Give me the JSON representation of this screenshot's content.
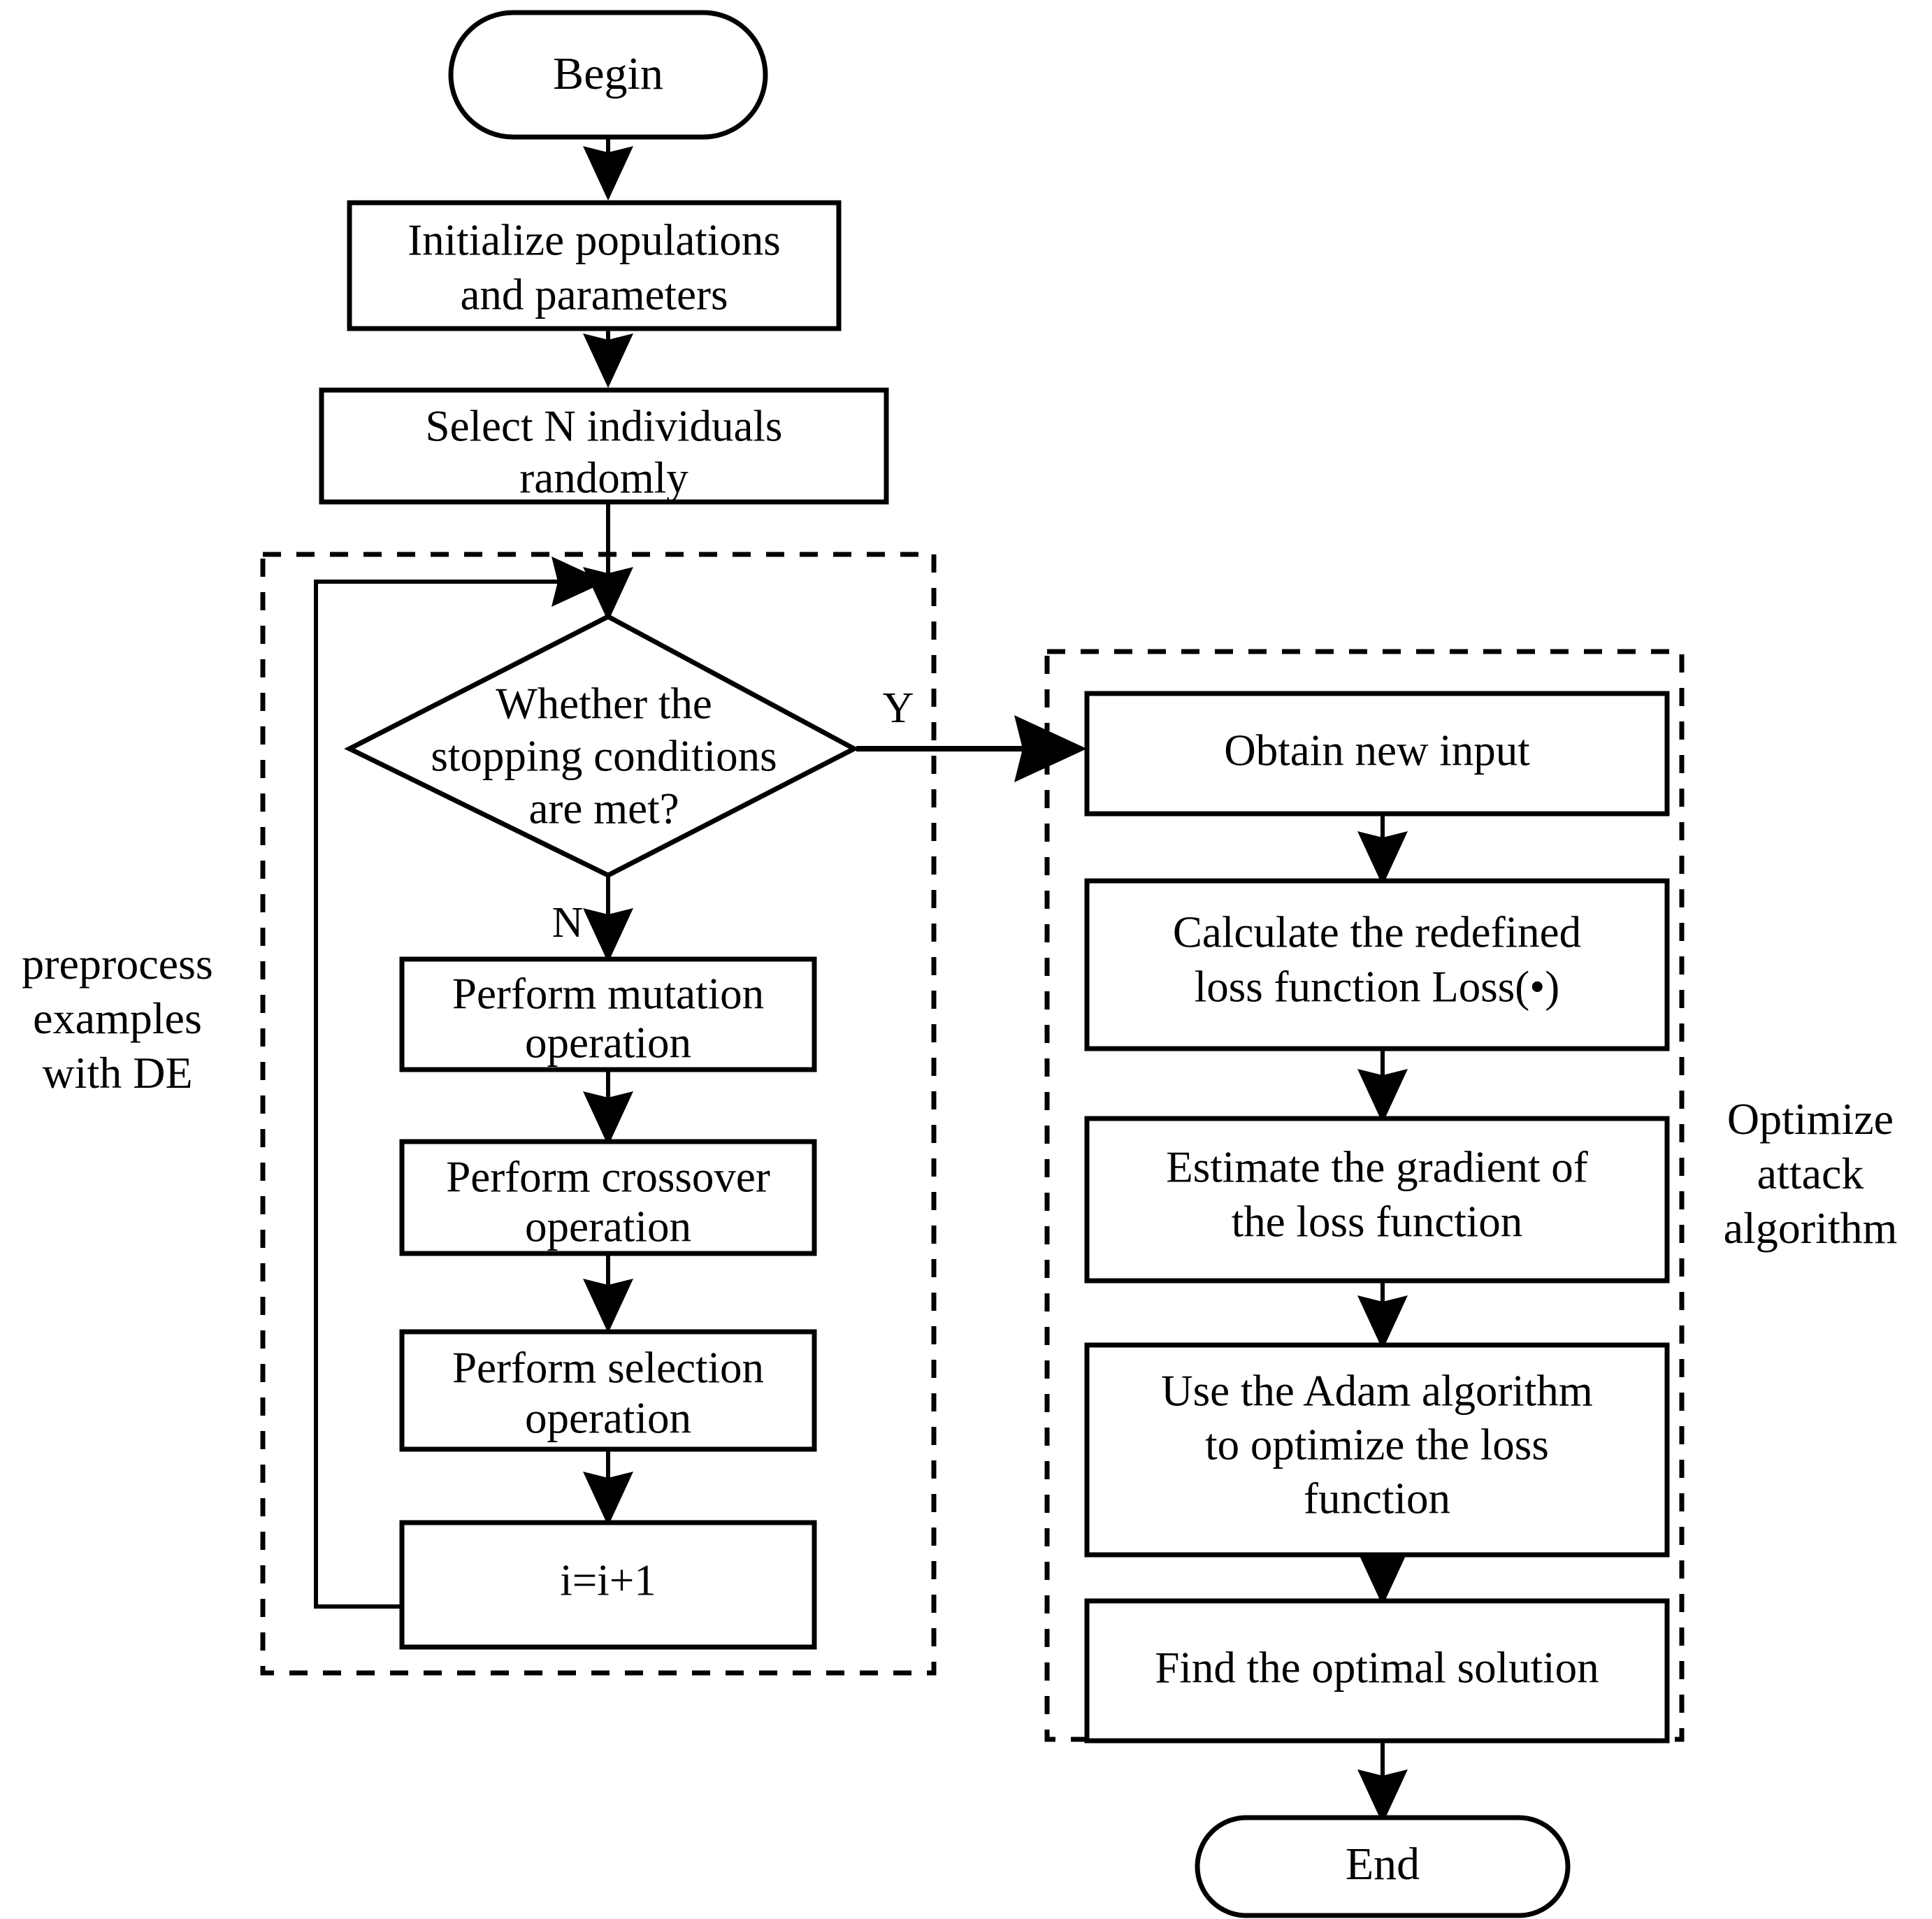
{
  "diagram": {
    "title_present": false,
    "colors": {
      "stroke": "#000000",
      "background": "#ffffff"
    },
    "group_labels": {
      "left": [
        "preprocess",
        "examples",
        "with DE"
      ],
      "right": [
        "Optimize",
        "attack",
        "algorithm"
      ]
    },
    "branch_labels": {
      "yes": "Y",
      "no": "N"
    },
    "nodes": {
      "begin": {
        "label": "Begin",
        "shape": "terminator"
      },
      "initialize": {
        "line1": "Initialize populations",
        "line2": "and parameters",
        "shape": "process"
      },
      "select": {
        "line1": "Select N individuals",
        "line2": "randomly",
        "shape": "process"
      },
      "decision": {
        "line1": "Whether the",
        "line2": "stopping conditions",
        "line3": "are met?",
        "shape": "decision"
      },
      "mutation": {
        "line1": "Perform mutation",
        "line2": "operation",
        "shape": "process"
      },
      "crossover": {
        "line1": "Perform crossover",
        "line2": "operation",
        "shape": "process"
      },
      "selection_op": {
        "line1": "Perform selection",
        "line2": "operation",
        "shape": "process"
      },
      "increment": {
        "label": "i=i+1",
        "shape": "process"
      },
      "obtain": {
        "label": "Obtain new input",
        "shape": "process"
      },
      "calculate": {
        "line1": "Calculate the redefined",
        "line2": "loss function Loss(•)",
        "shape": "process"
      },
      "estimate": {
        "line1": "Estimate the gradient of",
        "line2": "the loss function",
        "shape": "process"
      },
      "adam": {
        "line1": "Use the Adam algorithm",
        "line2": "to optimize the loss",
        "line3": "function",
        "shape": "process"
      },
      "find": {
        "label": "Find the optimal solution",
        "shape": "process"
      },
      "end": {
        "label": "End",
        "shape": "terminator"
      }
    }
  }
}
